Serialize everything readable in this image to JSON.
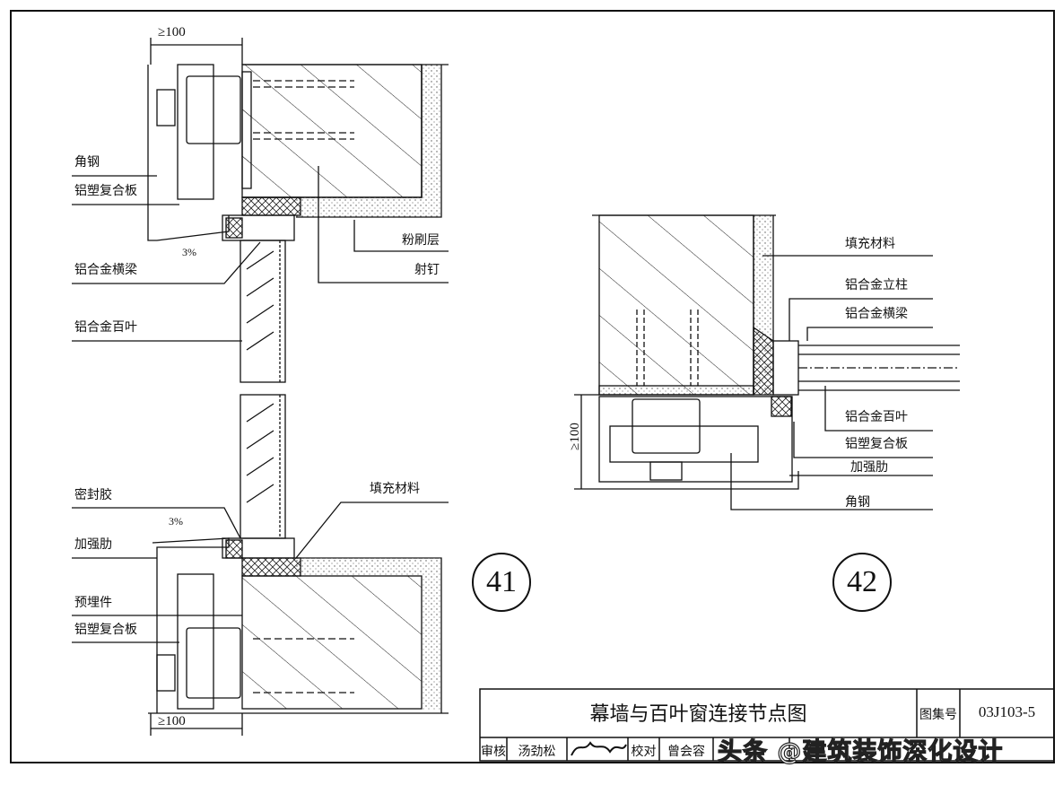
{
  "title_block": {
    "title": "幕墙与百叶窗连接节点图",
    "atlas_label": "图集号",
    "atlas_number": "03J103-5",
    "review_label": "审核",
    "reviewer": "汤劲松",
    "check_label": "校对",
    "checker": "曾会容"
  },
  "watermark": "头条 @建筑装饰深化设计",
  "detail_41": {
    "number": "41",
    "dim_top": "≥100",
    "dim_bottom": "≥100",
    "slope_top": "3%",
    "slope_bottom": "3%",
    "labels": {
      "angle_steel": "角钢",
      "acp_top": "铝塑复合板",
      "transom": "铝合金横梁",
      "louver": "铝合金百叶",
      "sealant": "密封胶",
      "stiffener": "加强肋",
      "embed": "预埋件",
      "acp_bottom": "铝塑复合板",
      "plaster": "粉刷层",
      "nail": "射钉",
      "filler": "填充材料"
    }
  },
  "detail_42": {
    "number": "42",
    "dim": "≥100",
    "labels": {
      "filler": "填充材料",
      "mullion": "铝合金立柱",
      "transom": "铝合金横梁",
      "louver": "铝合金百叶",
      "acp": "铝塑复合板",
      "stiffener": "加强肋",
      "angle_steel": "角钢"
    }
  }
}
